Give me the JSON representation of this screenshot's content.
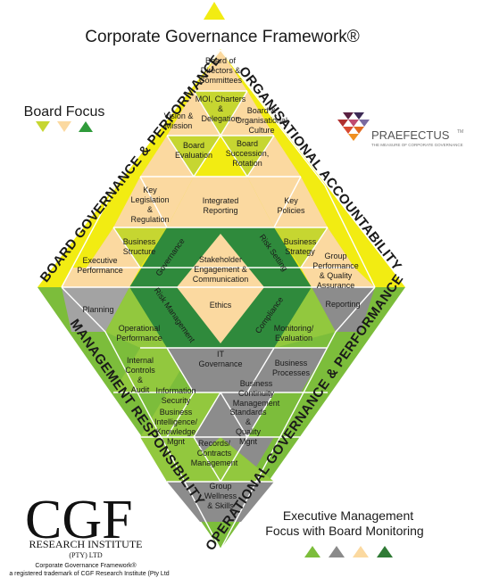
{
  "title": "Corporate Governance Framework®",
  "board_focus": {
    "label": "Board Focus",
    "colors": [
      "#c6d631",
      "#fbd9a0",
      "#2f9b3a"
    ]
  },
  "exec_focus": {
    "line1": "Executive Management",
    "line2": "Focus with Board Monitoring",
    "colors": [
      "#7cbd3b",
      "#8a8a8a",
      "#fbd9a0",
      "#2f7a35"
    ]
  },
  "bands": {
    "top_left": "BOARD GOVERNANCE & PERFORMANCE",
    "top_right": "ORGANISATIONAL ACCOUNTABILITY",
    "bottom_left": "MANAGEMENT RESPONSIBILITY",
    "bottom_right": "OPERATIONAL GOVERNANCE & PERFORMANCE"
  },
  "cells": {
    "board_of_directors": [
      "Board of",
      "Directors &",
      "Committees"
    ],
    "moi": [
      "MOI, Charters",
      "&",
      "Delegation"
    ],
    "vision": [
      "Vision &",
      "Mission"
    ],
    "board_culture": [
      "Board &",
      "Organisational",
      "Culture"
    ],
    "board_eval": [
      "Board",
      "Evaluation"
    ],
    "succession": [
      "Board",
      "Succession,",
      "Rotation"
    ],
    "key_legislation": [
      "Key",
      "Legislation",
      "&",
      "Regulation"
    ],
    "integrated_reporting": [
      "Integrated",
      "Reporting"
    ],
    "key_policies": [
      "Key",
      "Policies"
    ],
    "business_structure": [
      "Business",
      "Structure"
    ],
    "business_strategy": [
      "Business",
      "Strategy"
    ],
    "exec_performance": [
      "Executive",
      "Performance"
    ],
    "group_performance": [
      "Group",
      "Performance",
      "& Quality",
      "Assurance"
    ],
    "stakeholder": [
      "Stakeholder",
      "Engagement &",
      "Communication"
    ],
    "ethics": [
      "Ethics"
    ],
    "planning": [
      "Planning"
    ],
    "reporting": [
      "Reporting"
    ],
    "operational_performance": [
      "Operational",
      "Performance"
    ],
    "monitoring": [
      "Monitoring/",
      "Evaluation"
    ],
    "internal_controls": [
      "Internal",
      "Controls",
      "&",
      "Audit"
    ],
    "it_governance": [
      "IT",
      "Governance"
    ],
    "business_processes": [
      "Business",
      "Processes"
    ],
    "information_security": [
      "Information",
      "Security"
    ],
    "business_continuity": [
      "Business",
      "Continuity",
      "Management"
    ],
    "business_intelligence": [
      "Business",
      "Intelligence/",
      "Knowledge",
      "Mgnt"
    ],
    "standards": [
      "Standards",
      "&",
      "Quality",
      "Mgnt"
    ],
    "records": [
      "Records/",
      "Contracts",
      "Management"
    ],
    "group_wellness": [
      "Group",
      "Wellness",
      "& Skills"
    ]
  },
  "hex_labels": {
    "governance": "Governance",
    "risk_setting": "Risk Setting",
    "risk_management": "Risk Management",
    "compliance": "Compliance"
  },
  "praefectus": {
    "name": "PRAEFECTUS",
    "tm": "TM",
    "tagline": "THE MEASURE OF CORPORATE GOVERNANCE"
  },
  "cgf": {
    "logo_text": "CGF",
    "line1": "RESEARCH INSTITUTE",
    "line2": "(PTY) LTD",
    "footer1": "Corporate Governance Framework®",
    "footer2": "a registered trademark of CGF Research Institute (Pty Ltd"
  },
  "colors": {
    "yellow": "#f2ec12",
    "lime": "#c6d631",
    "peach": "#fbd9a0",
    "green_band": "#7cbd3b",
    "mid_green": "#92c83e",
    "dark_green": "#2f8a3c",
    "grey": "#8c8c8c",
    "light_grey": "#a3a3a3"
  }
}
